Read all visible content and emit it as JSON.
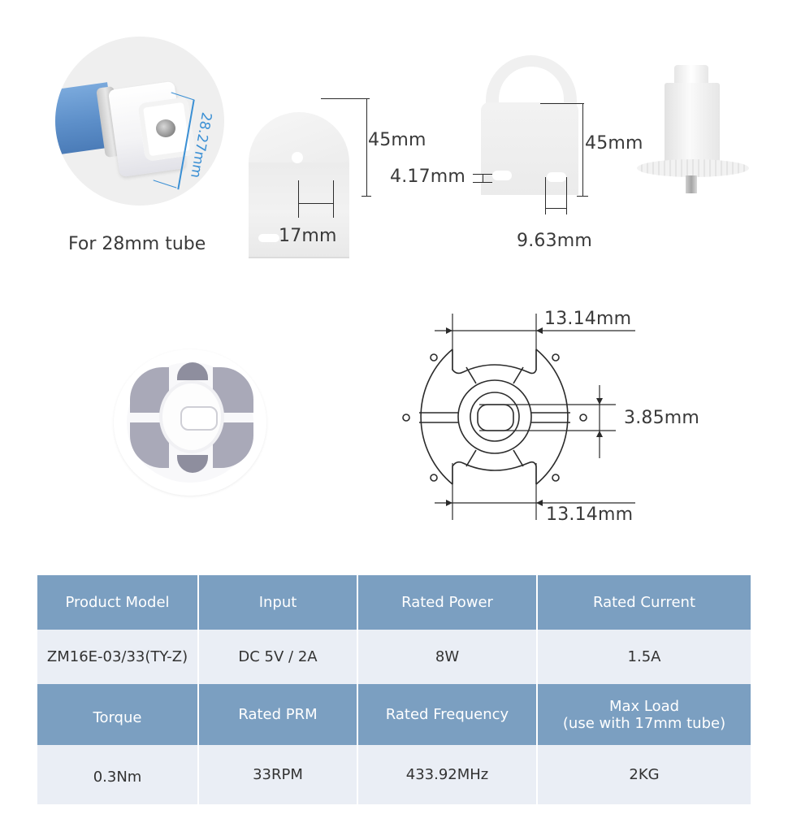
{
  "motor_image": {
    "diameter_label": "28.27mm",
    "caption": "For 28mm tube"
  },
  "bracket_small": {
    "height_label": "45mm",
    "width_label": "17mm"
  },
  "bracket_large": {
    "height_label": "45mm",
    "slot_label": "4.17mm",
    "slot_spacing_label": "9.63mm"
  },
  "adapter_diagram": {
    "top_width_label": "13.14mm",
    "center_height_label": "3.85mm",
    "bottom_width_label": "13.14mm"
  },
  "colors": {
    "table_header": "#7b9fc1",
    "table_row": "#eaeef5",
    "dimension_blue": "#3a8fd4"
  },
  "spec_table": {
    "rows": [
      {
        "type": "header",
        "cells": [
          "Product Model",
          "Input",
          "Rated Power",
          "Rated Current"
        ]
      },
      {
        "type": "value",
        "cells": [
          "ZM16E-03/33(TY-Z)",
          "DC 5V / 2A",
          "8W",
          "1.5A"
        ]
      },
      {
        "type": "header",
        "cells": [
          "Torque",
          "Rated PRM",
          "Rated Frequency",
          "Max Load"
        ],
        "cell3_line2": "(use with 17mm tube)"
      },
      {
        "type": "value",
        "cells": [
          "0.3Nm",
          "33RPM",
          "433.92MHz",
          "2KG"
        ]
      }
    ]
  }
}
